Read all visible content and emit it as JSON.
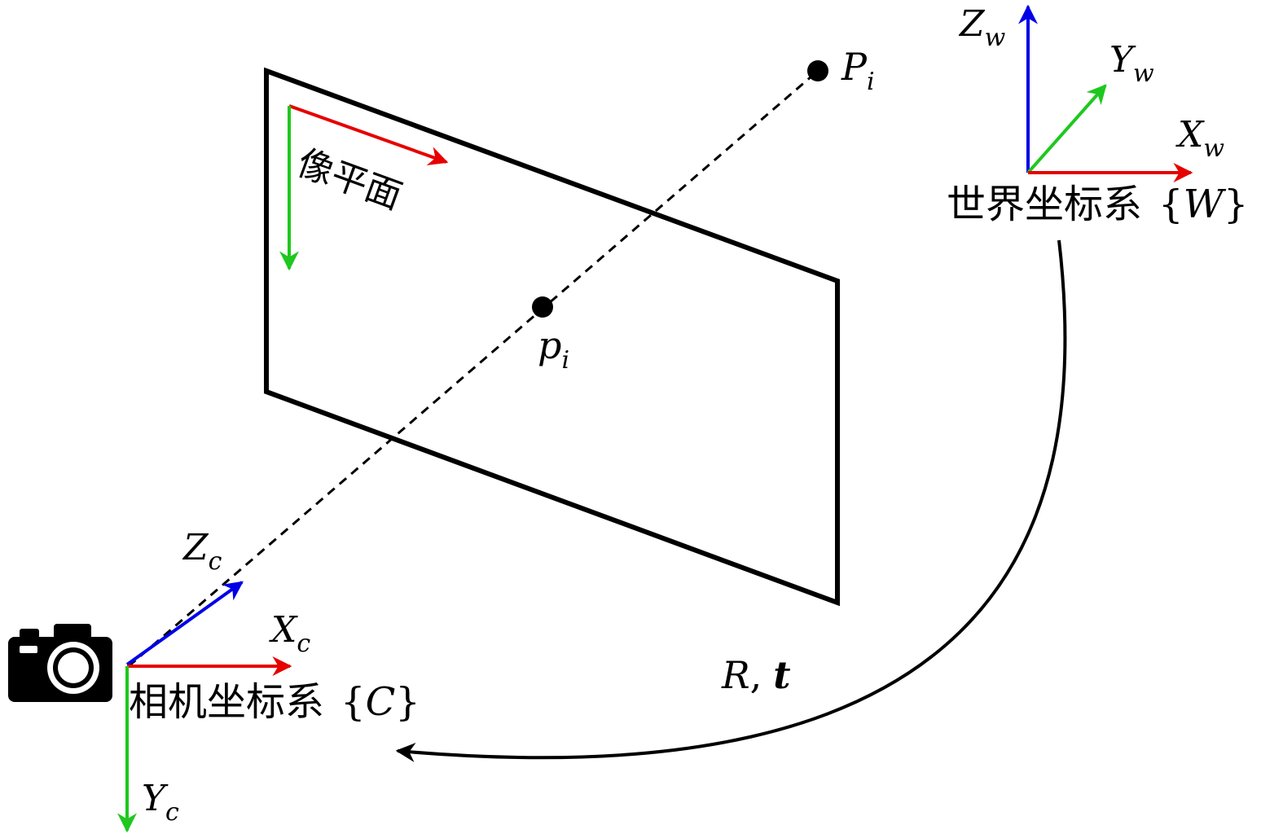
{
  "image_plane": {
    "label": "像平面"
  },
  "points": {
    "world_point": {
      "main": "P",
      "sub": "i"
    },
    "image_point": {
      "main": "p",
      "sub": "i"
    }
  },
  "world_frame": {
    "title": "世界坐标系",
    "set_open": "{",
    "symbol": "W",
    "set_close": "}",
    "axes": {
      "x": {
        "main": "X",
        "sub": "w",
        "color": "#e60000"
      },
      "y": {
        "main": "Y",
        "sub": "w",
        "color": "#1ec81e"
      },
      "z": {
        "main": "Z",
        "sub": "w",
        "color": "#0000e6"
      }
    }
  },
  "camera_frame": {
    "title": "相机坐标系",
    "set_open": "{",
    "symbol": "C",
    "set_close": "}",
    "axes": {
      "x": {
        "main": "X",
        "sub": "c",
        "color": "#e60000"
      },
      "y": {
        "main": "Y",
        "sub": "c",
        "color": "#1ec81e"
      },
      "z": {
        "main": "Z",
        "sub": "c",
        "color": "#0000e6"
      }
    }
  },
  "transform": {
    "rotation": "R",
    "separator": ",",
    "translation": "t"
  },
  "icons": {
    "camera": "camera-icon"
  }
}
